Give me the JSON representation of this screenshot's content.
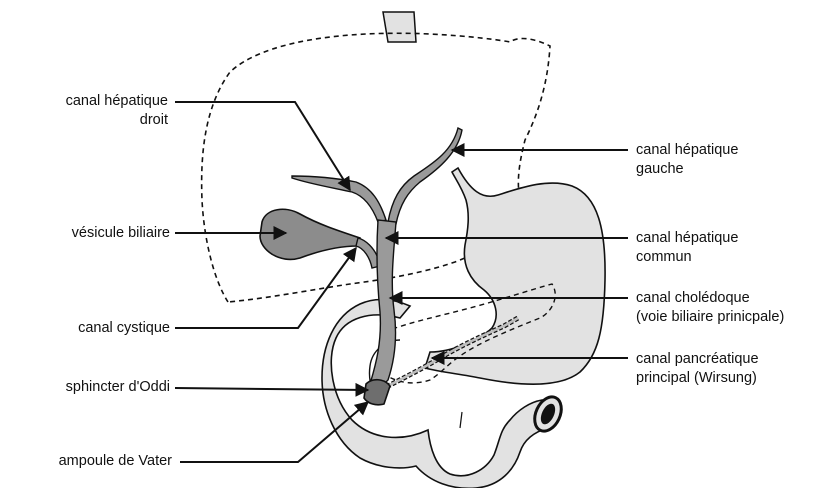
{
  "labels": {
    "canal_hepatique_droit": {
      "line1": "canal  hépatique",
      "line2": "droit"
    },
    "vesicule_biliaire": {
      "line1": "vésicule biliaire"
    },
    "canal_cystique": {
      "line1": "canal cystique"
    },
    "sphincter_oddi": {
      "line1": "sphincter d'Oddi"
    },
    "ampoule_vater": {
      "line1": "ampoule de Vater"
    },
    "canal_hepatique_gauche": {
      "line1": "canal hépatique",
      "line2": "gauche"
    },
    "canal_hepatique_commun": {
      "line1": "canal hépatique",
      "line2": "commun"
    },
    "canal_choledoque": {
      "line1": "canal cholédoque",
      "line2": "(voie biliaire prinicpale)"
    },
    "canal_pancreatique": {
      "line1": "canal pancréatique",
      "line2": "principal (Wirsung)"
    }
  },
  "colors": {
    "organ_fill": "#e2e2e2",
    "duct_fill": "#9a9a9a",
    "gallbladder_fill": "#8c8c8c",
    "outline": "#111111"
  }
}
